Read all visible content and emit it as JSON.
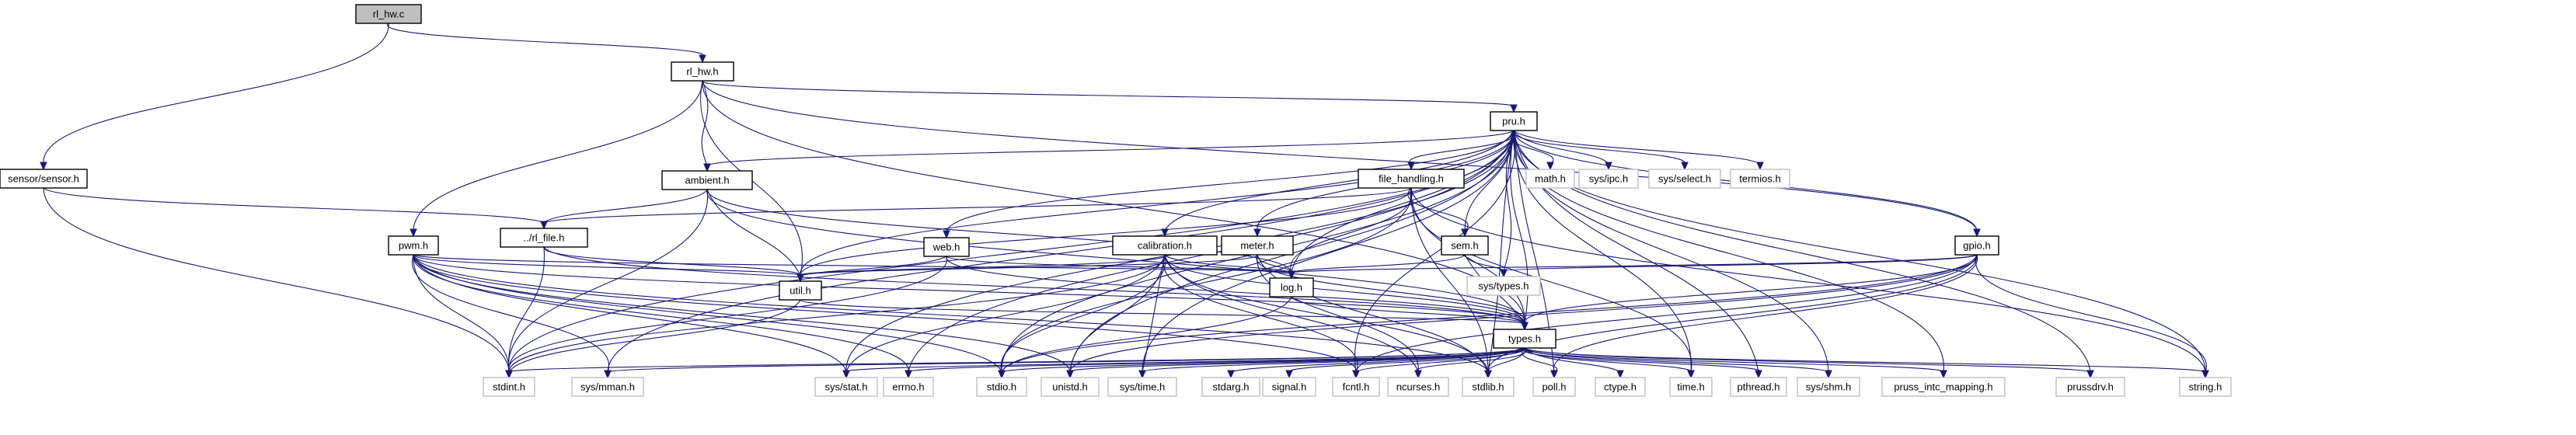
{
  "diagram": {
    "type": "include-dependency-graph",
    "colors": {
      "edge": "#191970",
      "root_fill": "#bfbfbf",
      "root_border": "#000000",
      "local_fill": "#ffffff",
      "local_border": "#000000",
      "system_fill": "#ffffff",
      "system_border": "#bfbfbf"
    },
    "nodes": [
      {
        "id": "rl_hw_c",
        "label": "rl_hw.c",
        "kind": "root"
      },
      {
        "id": "rl_hw_h",
        "label": "rl_hw.h",
        "kind": "local"
      },
      {
        "id": "sensor_h",
        "label": "sensor/sensor.h",
        "kind": "local"
      },
      {
        "id": "pru_h",
        "label": "pru.h",
        "kind": "local"
      },
      {
        "id": "ambient_h",
        "label": "ambient.h",
        "kind": "local"
      },
      {
        "id": "rl_file_h",
        "label": "../rl_file.h",
        "kind": "local"
      },
      {
        "id": "pwm_h",
        "label": "pwm.h",
        "kind": "local"
      },
      {
        "id": "web_h",
        "label": "web.h",
        "kind": "local"
      },
      {
        "id": "util_h",
        "label": "util.h",
        "kind": "local"
      },
      {
        "id": "calibration_h",
        "label": "calibration.h",
        "kind": "local"
      },
      {
        "id": "meter_h",
        "label": "meter.h",
        "kind": "local"
      },
      {
        "id": "log_h",
        "label": "log.h",
        "kind": "local"
      },
      {
        "id": "file_handling_h",
        "label": "file_handling.h",
        "kind": "local"
      },
      {
        "id": "sem_h",
        "label": "sem.h",
        "kind": "local"
      },
      {
        "id": "gpio_h",
        "label": "gpio.h",
        "kind": "local"
      },
      {
        "id": "types_h",
        "label": "types.h",
        "kind": "local"
      },
      {
        "id": "math_h",
        "label": "math.h",
        "kind": "system"
      },
      {
        "id": "sys_ipc_h",
        "label": "sys/ipc.h",
        "kind": "system"
      },
      {
        "id": "sys_select_h",
        "label": "sys/select.h",
        "kind": "system"
      },
      {
        "id": "termios_h",
        "label": "termios.h",
        "kind": "system"
      },
      {
        "id": "sys_types_h",
        "label": "sys/types.h",
        "kind": "system"
      },
      {
        "id": "stdint_h",
        "label": "stdint.h",
        "kind": "system"
      },
      {
        "id": "sys_mman_h",
        "label": "sys/mman.h",
        "kind": "system"
      },
      {
        "id": "sys_stat_h",
        "label": "sys/stat.h",
        "kind": "system"
      },
      {
        "id": "errno_h",
        "label": "errno.h",
        "kind": "system"
      },
      {
        "id": "stdio_h",
        "label": "stdio.h",
        "kind": "system"
      },
      {
        "id": "unistd_h",
        "label": "unistd.h",
        "kind": "system"
      },
      {
        "id": "sys_time_h",
        "label": "sys/time.h",
        "kind": "system"
      },
      {
        "id": "stdarg_h",
        "label": "stdarg.h",
        "kind": "system"
      },
      {
        "id": "signal_h",
        "label": "signal.h",
        "kind": "system"
      },
      {
        "id": "fcntl_h",
        "label": "fcntl.h",
        "kind": "system"
      },
      {
        "id": "ncurses_h",
        "label": "ncurses.h",
        "kind": "system"
      },
      {
        "id": "stdlib_h",
        "label": "stdlib.h",
        "kind": "system"
      },
      {
        "id": "poll_h",
        "label": "poll.h",
        "kind": "system"
      },
      {
        "id": "ctype_h",
        "label": "ctype.h",
        "kind": "system"
      },
      {
        "id": "time_h",
        "label": "time.h",
        "kind": "system"
      },
      {
        "id": "pthread_h",
        "label": "pthread.h",
        "kind": "system"
      },
      {
        "id": "sys_shm_h",
        "label": "sys/shm.h",
        "kind": "system"
      },
      {
        "id": "pruss_intc_mapping_h",
        "label": "pruss_intc_mapping.h",
        "kind": "system"
      },
      {
        "id": "prussdrv_h",
        "label": "prussdrv.h",
        "kind": "system"
      },
      {
        "id": "string_h",
        "label": "string.h",
        "kind": "system"
      }
    ],
    "edges": [
      [
        "rl_hw_c",
        "rl_hw_h"
      ],
      [
        "rl_hw_c",
        "sensor_h"
      ],
      [
        "rl_hw_h",
        "pru_h"
      ],
      [
        "rl_hw_h",
        "ambient_h"
      ],
      [
        "rl_hw_h",
        "pwm_h"
      ],
      [
        "rl_hw_h",
        "util_h"
      ],
      [
        "rl_hw_h",
        "gpio_h"
      ],
      [
        "rl_hw_h",
        "types_h"
      ],
      [
        "sensor_h",
        "rl_file_h"
      ],
      [
        "sensor_h",
        "stdint_h"
      ],
      [
        "pru_h",
        "ambient_h"
      ],
      [
        "pru_h",
        "util_h"
      ],
      [
        "pru_h",
        "web_h"
      ],
      [
        "pru_h",
        "calibration_h"
      ],
      [
        "pru_h",
        "meter_h"
      ],
      [
        "pru_h",
        "log_h"
      ],
      [
        "pru_h",
        "file_handling_h"
      ],
      [
        "pru_h",
        "sem_h"
      ],
      [
        "pru_h",
        "math_h"
      ],
      [
        "pru_h",
        "sys_ipc_h"
      ],
      [
        "pru_h",
        "sys_select_h"
      ],
      [
        "pru_h",
        "termios_h"
      ],
      [
        "pru_h",
        "gpio_h"
      ],
      [
        "pru_h",
        "types_h"
      ],
      [
        "pru_h",
        "stdint_h"
      ],
      [
        "pru_h",
        "sys_mman_h"
      ],
      [
        "pru_h",
        "errno_h"
      ],
      [
        "pru_h",
        "stdio_h"
      ],
      [
        "pru_h",
        "unistd_h"
      ],
      [
        "pru_h",
        "fcntl_h"
      ],
      [
        "pru_h",
        "sys_time_h"
      ],
      [
        "pru_h",
        "stdlib_h"
      ],
      [
        "pru_h",
        "poll_h"
      ],
      [
        "pru_h",
        "time_h"
      ],
      [
        "pru_h",
        "pthread_h"
      ],
      [
        "pru_h",
        "sys_shm_h"
      ],
      [
        "pru_h",
        "pruss_intc_mapping_h"
      ],
      [
        "pru_h",
        "prussdrv_h"
      ],
      [
        "pru_h",
        "string_h"
      ],
      [
        "pru_h",
        "sys_types_h"
      ],
      [
        "pru_h",
        "sys_stat_h"
      ],
      [
        "ambient_h",
        "rl_file_h"
      ],
      [
        "ambient_h",
        "util_h"
      ],
      [
        "ambient_h",
        "log_h"
      ],
      [
        "ambient_h",
        "types_h"
      ],
      [
        "ambient_h",
        "stdint_h"
      ],
      [
        "rl_file_h",
        "util_h"
      ],
      [
        "rl_file_h",
        "types_h"
      ],
      [
        "rl_file_h",
        "stdint_h"
      ],
      [
        "pwm_h",
        "types_h"
      ],
      [
        "pwm_h",
        "log_h"
      ],
      [
        "pwm_h",
        "stdint_h"
      ],
      [
        "pwm_h",
        "sys_mman_h"
      ],
      [
        "pwm_h",
        "sys_stat_h"
      ],
      [
        "pwm_h",
        "errno_h"
      ],
      [
        "pwm_h",
        "stdio_h"
      ],
      [
        "pwm_h",
        "unistd_h"
      ],
      [
        "pwm_h",
        "fcntl_h"
      ],
      [
        "pwm_h",
        "stdlib_h"
      ],
      [
        "pwm_h",
        "util_h"
      ],
      [
        "web_h",
        "util_h"
      ],
      [
        "web_h",
        "log_h"
      ],
      [
        "web_h",
        "types_h"
      ],
      [
        "web_h",
        "stdint_h"
      ],
      [
        "util_h",
        "types_h"
      ],
      [
        "util_h",
        "stdint_h"
      ],
      [
        "calibration_h",
        "log_h"
      ],
      [
        "calibration_h",
        "types_h"
      ],
      [
        "calibration_h",
        "util_h"
      ],
      [
        "calibration_h",
        "stdint_h"
      ],
      [
        "calibration_h",
        "sys_stat_h"
      ],
      [
        "calibration_h",
        "stdio_h"
      ],
      [
        "calibration_h",
        "unistd_h"
      ],
      [
        "calibration_h",
        "fcntl_h"
      ],
      [
        "calibration_h",
        "stdlib_h"
      ],
      [
        "calibration_h",
        "sys_time_h"
      ],
      [
        "calibration_h",
        "ncurses_h"
      ],
      [
        "meter_h",
        "log_h"
      ],
      [
        "meter_h",
        "types_h"
      ],
      [
        "meter_h",
        "util_h"
      ],
      [
        "meter_h",
        "ncurses_h"
      ],
      [
        "meter_h",
        "stdlib_h"
      ],
      [
        "log_h",
        "types_h"
      ],
      [
        "log_h",
        "stdio_h"
      ],
      [
        "file_handling_h",
        "log_h"
      ],
      [
        "file_handling_h",
        "types_h"
      ],
      [
        "file_handling_h",
        "sem_h"
      ],
      [
        "file_handling_h",
        "util_h"
      ],
      [
        "file_handling_h",
        "rl_file_h"
      ],
      [
        "file_handling_h",
        "stdio_h"
      ],
      [
        "file_handling_h",
        "stdlib_h"
      ],
      [
        "file_handling_h",
        "time_h"
      ],
      [
        "file_handling_h",
        "string_h"
      ],
      [
        "sem_h",
        "log_h"
      ],
      [
        "sem_h",
        "types_h"
      ],
      [
        "sem_h",
        "sys_types_h"
      ],
      [
        "gpio_h",
        "log_h"
      ],
      [
        "gpio_h",
        "types_h"
      ],
      [
        "gpio_h",
        "sys_types_h"
      ],
      [
        "gpio_h",
        "string_h"
      ],
      [
        "gpio_h",
        "stdlib_h"
      ],
      [
        "gpio_h",
        "fcntl_h"
      ],
      [
        "gpio_h",
        "poll_h"
      ],
      [
        "gpio_h",
        "unistd_h"
      ],
      [
        "gpio_h",
        "stdio_h"
      ],
      [
        "types_h",
        "stdint_h"
      ],
      [
        "types_h",
        "sys_mman_h"
      ],
      [
        "types_h",
        "sys_stat_h"
      ],
      [
        "types_h",
        "errno_h"
      ],
      [
        "types_h",
        "stdio_h"
      ],
      [
        "types_h",
        "unistd_h"
      ],
      [
        "types_h",
        "sys_time_h"
      ],
      [
        "types_h",
        "stdarg_h"
      ],
      [
        "types_h",
        "signal_h"
      ],
      [
        "types_h",
        "fcntl_h"
      ],
      [
        "types_h",
        "ncurses_h"
      ],
      [
        "types_h",
        "stdlib_h"
      ],
      [
        "types_h",
        "poll_h"
      ],
      [
        "types_h",
        "ctype_h"
      ],
      [
        "types_h",
        "time_h"
      ],
      [
        "types_h",
        "pthread_h"
      ],
      [
        "types_h",
        "sys_shm_h"
      ],
      [
        "types_h",
        "pruss_intc_mapping_h"
      ],
      [
        "types_h",
        "prussdrv_h"
      ],
      [
        "types_h",
        "string_h"
      ]
    ]
  }
}
